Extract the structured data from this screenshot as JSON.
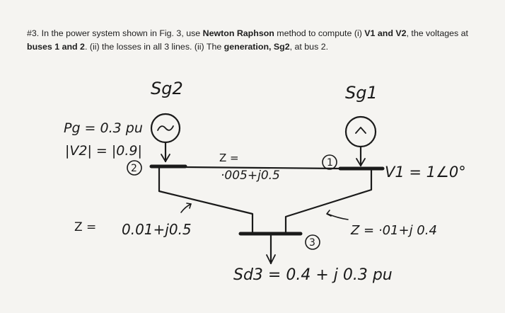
{
  "question": {
    "lead": "#3.",
    "t1": " In the power system shown in Fig. 3, use ",
    "b1": "Newton",
    "t2": " ",
    "b2": "Raphson",
    "t3": " method to compute (i) ",
    "b3": "V1 and V2",
    "t4": ", the voltages at ",
    "b4": "buses 1 and 2",
    "t5": ". (ii) the losses in all 3 lines. (ii) The ",
    "b5": "generation, Sg2",
    "t6": ", at bus 2."
  },
  "diagram": {
    "gen2_label": "Sg2",
    "gen1_label": "Sg1",
    "bus2_pg": "Pg = 0.3 pu",
    "bus2_v": "|V2| = |0.9|",
    "bus1_v": "V1 = 1∠0°",
    "bus2_num": "2",
    "bus1_num": "1",
    "bus3_num": "3",
    "line12_z_a": "Z =",
    "line12_z_b": "·005+j0.5",
    "line23_z_a": "Z =",
    "line23_z_b": "0.01+j0.5",
    "line13_z": "Z = ·01+j 0.4",
    "load3": "Sd3 = 0.4 + j 0.3 pu"
  }
}
